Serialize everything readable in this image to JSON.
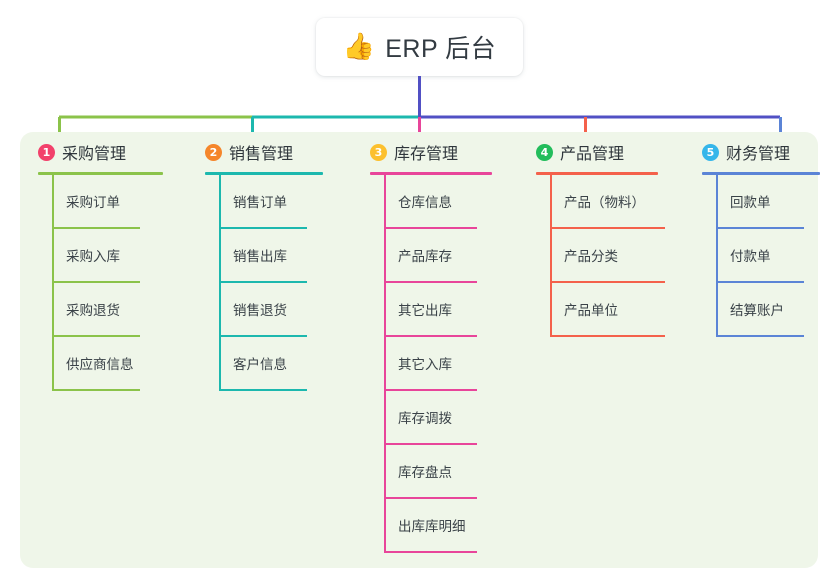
{
  "diagram": {
    "type": "mindmap-tree",
    "root": {
      "icon": "thumbs-up-icon",
      "emoji": "👍",
      "title": "ERP 后台"
    },
    "branches": [
      {
        "number": "1",
        "title": "采购管理",
        "color": "#8bc34a",
        "badge_color": "#f2416b",
        "children": [
          "采购订单",
          "采购入库",
          "采购退货",
          "供应商信息"
        ]
      },
      {
        "number": "2",
        "title": "销售管理",
        "color": "#1cb8ae",
        "badge_color": "#f5862b",
        "children": [
          "销售订单",
          "销售出库",
          "销售退货",
          "客户信息"
        ]
      },
      {
        "number": "3",
        "title": "库存管理",
        "color": "#e8459a",
        "badge_color": "#fcc02e",
        "children": [
          "仓库信息",
          "产品库存",
          "其它出库",
          "其它入库",
          "库存调拨",
          "库存盘点",
          "出库库明细"
        ]
      },
      {
        "number": "4",
        "title": "产品管理",
        "color": "#f4614b",
        "badge_color": "#23bd5c",
        "children": [
          "产品（物料）",
          "产品分类",
          "产品单位"
        ]
      },
      {
        "number": "5",
        "title": "财务管理",
        "color": "#5b84d6",
        "badge_color": "#35b6ea",
        "children": [
          "回款单",
          "付款单",
          "结算账户"
        ]
      }
    ],
    "connector_colors": {
      "left_segment": "#8bc34a",
      "mid_segment": "#1cb8ae",
      "right_segment": "#5150c4",
      "stem": "#5150c4"
    },
    "panel_color": "#eff6e9",
    "background_color": "#ffffff"
  }
}
